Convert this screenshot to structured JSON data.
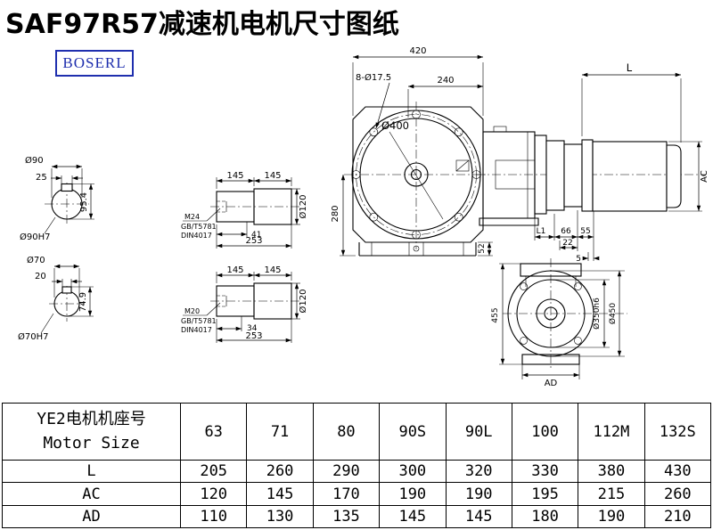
{
  "title": "SAF97R57减速机电机尺寸图纸",
  "logo": "BOSERL",
  "drawing": {
    "shaft_section_90": {
      "dia": "Ø90",
      "key_width": "25",
      "key_depth": "95.4",
      "bore": "Ø90H7"
    },
    "shaft_section_70": {
      "dia": "Ø70",
      "key_width": "20",
      "key_depth": "74.9",
      "bore": "Ø70H7"
    },
    "hollow_shaft_90": {
      "len_a": "145",
      "len_b": "145",
      "dia": "Ø120",
      "thread": "M24",
      "std_gb": "GB/T5781",
      "std_din": "DIN4017",
      "engage": "41",
      "total": "253"
    },
    "hollow_shaft_70": {
      "len_a": "145",
      "len_b": "145",
      "dia": "Ø120",
      "thread": "M20",
      "std_gb": "GB/T5781",
      "std_din": "DIN4017",
      "engage": "34",
      "total": "253"
    },
    "front_view": {
      "width": "420",
      "holes": "8-Ø17.5",
      "width_partial": "240",
      "flange_dia": "Ø400",
      "center_height": "280",
      "foot": "52"
    },
    "side_view": {
      "motor_length": "L",
      "motor_dia": "AC",
      "l1": "L1",
      "d66": "66",
      "d55": "55",
      "d22": "22",
      "d5": "5"
    },
    "output_view": {
      "height": "455",
      "spigot_dia": "Ø350h6",
      "flange_dia": "Ø450",
      "width": "AD"
    }
  },
  "table": {
    "header_line1": "YE2电机机座号",
    "header_line2": "Motor Size",
    "col_headers": [
      "63",
      "71",
      "80",
      "90S",
      "90L",
      "100",
      "112M",
      "132S"
    ],
    "rows": [
      {
        "label": "L",
        "values": [
          "205",
          "260",
          "290",
          "300",
          "320",
          "330",
          "380",
          "430"
        ]
      },
      {
        "label": "AC",
        "values": [
          "120",
          "145",
          "170",
          "190",
          "190",
          "195",
          "215",
          "260"
        ]
      },
      {
        "label": "AD",
        "values": [
          "110",
          "130",
          "135",
          "145",
          "145",
          "180",
          "190",
          "210"
        ]
      }
    ]
  }
}
